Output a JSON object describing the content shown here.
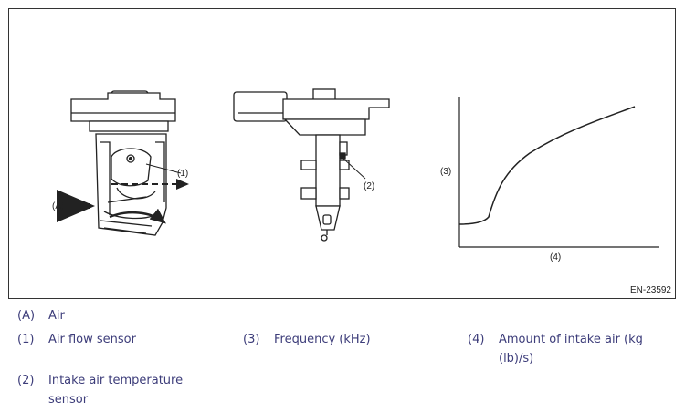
{
  "figure": {
    "id_label": "EN-23592",
    "callouts": {
      "a": "(A)",
      "one": "(1)",
      "two": "(2)",
      "three": "(3)",
      "four": "(4)"
    }
  },
  "legend": [
    {
      "code": "(A)",
      "text": "Air"
    },
    {
      "code": "(1)",
      "text": "Air flow sensor"
    },
    {
      "code": "(2)",
      "text": "Intake air temperature sensor"
    },
    {
      "code": "(3)",
      "text": "Frequency (kHz)"
    },
    {
      "code": "(4)",
      "text": "Amount of intake air (kg (lb)/s)"
    }
  ],
  "colors": {
    "legend_text": "#3d3d7a",
    "line": "#222222"
  }
}
